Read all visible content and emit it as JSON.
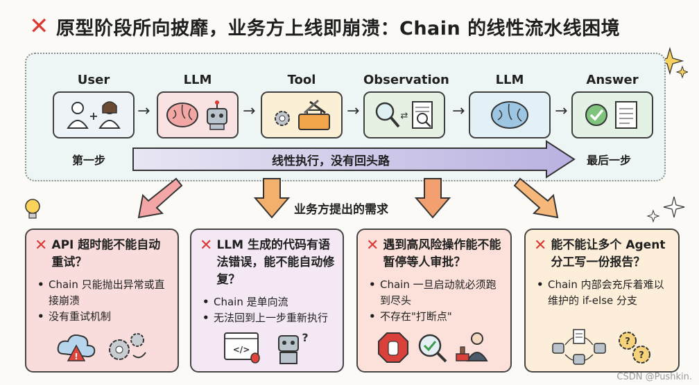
{
  "title": "原型阶段所向披靡，业务方上线即崩溃：Chain 的线性流水线困境",
  "flow": {
    "nodes": [
      {
        "label": "User"
      },
      {
        "label": "LLM"
      },
      {
        "label": "Tool"
      },
      {
        "label": "Observation"
      },
      {
        "label": "LLM"
      },
      {
        "label": "Answer"
      }
    ],
    "arrow_text": "线性执行，没有回头路",
    "first_step": "第一步",
    "last_step": "最后一步"
  },
  "needs_label": "业务方提出的需求",
  "cards": [
    {
      "question": "API 超时能不能自动重试？",
      "bullets": [
        "Chain 只能抛出异常或直接崩溃",
        "没有重试机制"
      ]
    },
    {
      "question": "LLM 生成的代码有语法错误，能不能自动修复？",
      "bullets": [
        "Chain 是单向流",
        "无法回到上一步重新执行"
      ]
    },
    {
      "question": "遇到高风险操作能不能暂停等人审批？",
      "bullets": [
        "Chain 一旦启动就必须跑到尽头",
        "不存在\"打断点\""
      ]
    },
    {
      "question": "能不能让多个 Agent 分工写一份报告？",
      "bullets": [
        "Chain 内部会充斥着难以维护的 if-else 分支"
      ]
    }
  ],
  "watermark": "CSDN @Pushkin.",
  "colors": {
    "cross": "#d83b34",
    "arrow": "#c9c3e6",
    "down_arrow": "#f2a06f"
  }
}
